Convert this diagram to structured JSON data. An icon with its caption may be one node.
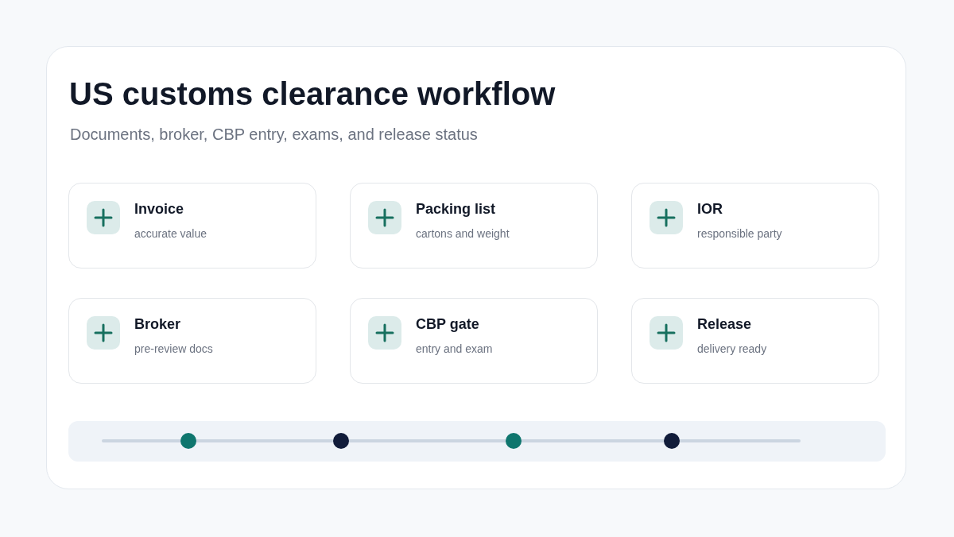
{
  "diagram": {
    "title": "US customs clearance workflow",
    "nodes": [
      {
        "text": [
          "Invoice",
          "accurate value"
        ]
      },
      {
        "text": [
          "Packing list",
          "cartons and weight"
        ]
      },
      {
        "text": [
          "IOR",
          "responsible party"
        ]
      },
      {
        "text": [
          "Broker",
          "pre-review docs"
        ]
      },
      {
        "text": [
          "CBP gate",
          "entry and exam"
        ]
      },
      {
        "text": [
          "Release",
          "delivery ready"
        ]
      }
    ],
    "edges": [],
    "labels": [
      "Documents, broker, CBP entry, exams, and release status"
    ]
  }
}
